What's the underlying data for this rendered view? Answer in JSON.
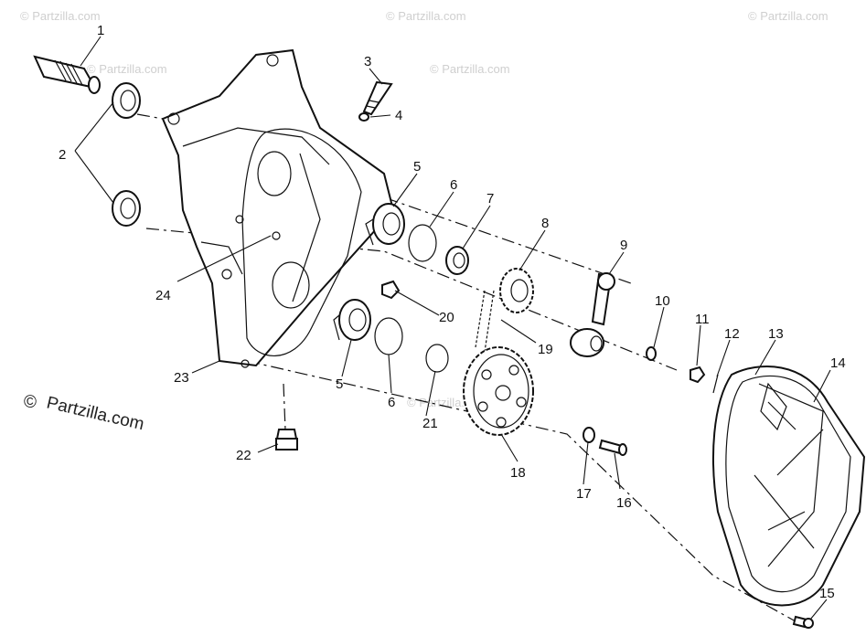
{
  "watermark": {
    "site": "© Partzilla.com",
    "main": "© Partzilla.com"
  },
  "callouts": [
    "1",
    "2",
    "3",
    "4",
    "5",
    "6",
    "7",
    "8",
    "9",
    "10",
    "11",
    "12",
    "13",
    "14",
    "15",
    "16",
    "17",
    "18",
    "19",
    "20",
    "21",
    "22",
    "23",
    "24",
    "5",
    "6"
  ],
  "colors": {
    "ink": "#111111",
    "watermark": "#cfcfcf",
    "paper": "#ffffff"
  }
}
